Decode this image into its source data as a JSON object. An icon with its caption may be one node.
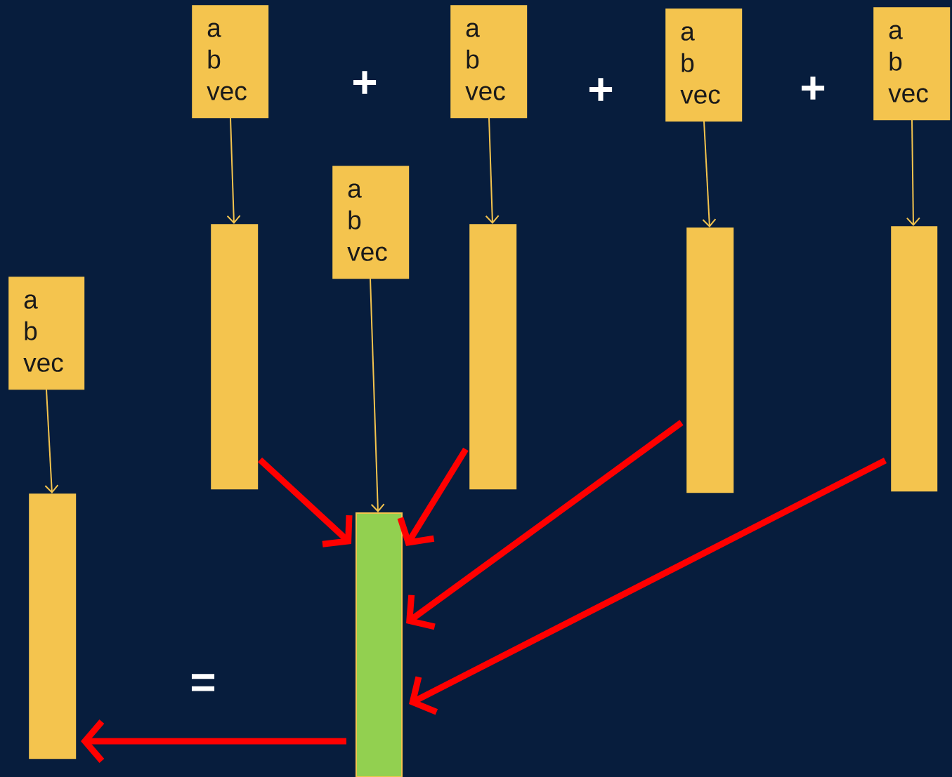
{
  "diagram": {
    "nodes": [
      {
        "text": [
          "a",
          "b",
          "vec"
        ]
      },
      {
        "text": [
          "a",
          "b",
          "vec"
        ]
      },
      {
        "text": [
          "a",
          "b",
          "vec"
        ]
      },
      {
        "text": [
          "a",
          "b",
          "vec"
        ]
      },
      {
        "text": [
          "a",
          "b",
          "vec"
        ]
      },
      {
        "text": [
          "a",
          "b",
          "vec"
        ]
      },
      {
        "text": [],
        "shape": "bar"
      },
      {
        "text": [],
        "shape": "bar"
      },
      {
        "text": [],
        "shape": "bar"
      },
      {
        "text": [],
        "shape": "bar"
      },
      {
        "text": [],
        "shape": "bar"
      },
      {
        "text": [],
        "shape": "bar"
      }
    ],
    "edges": [
      {
        "from": 0,
        "to": 6,
        "arrow": "to"
      },
      {
        "from": 1,
        "to": 7,
        "arrow": "to"
      },
      {
        "from": 2,
        "to": 8,
        "arrow": "to"
      },
      {
        "from": 3,
        "to": 9,
        "arrow": "to"
      },
      {
        "from": 4,
        "to": 11,
        "arrow": "to"
      },
      {
        "from": 5,
        "to": 10,
        "arrow": "to"
      },
      {
        "from": 6,
        "to": 11,
        "arrow": "to",
        "style": "thick",
        "color": "#ff0000"
      },
      {
        "from": 7,
        "to": 11,
        "arrow": "to",
        "style": "thick",
        "color": "#ff0000"
      },
      {
        "from": 8,
        "to": 11,
        "arrow": "to",
        "style": "thick",
        "color": "#ff0000"
      },
      {
        "from": 9,
        "to": 11,
        "arrow": "to",
        "style": "thick",
        "color": "#ff0000"
      },
      {
        "from": 11,
        "to": 10,
        "arrow": "to",
        "style": "thick",
        "color": "#ff0000"
      }
    ],
    "labels": [
      "+",
      "+",
      "+",
      "="
    ]
  }
}
